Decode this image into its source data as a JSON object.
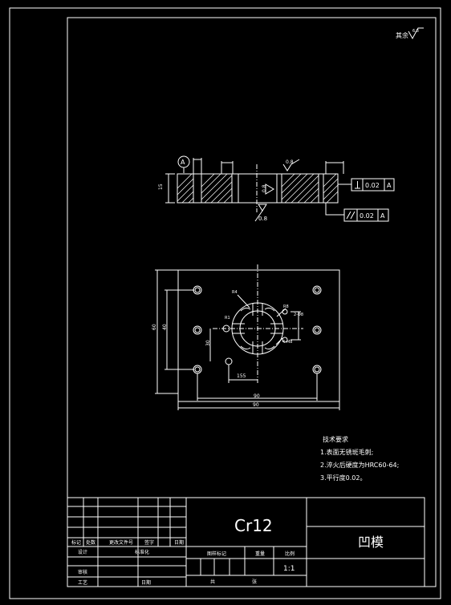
{
  "title_block": {
    "material": "Cr12",
    "part_name": "凹模",
    "scale_header": "比例",
    "scale_value": "1:1",
    "mark_header": "图样标记",
    "weight_header": "重量",
    "row_labels": [
      "标记",
      "处数",
      "更改文件号",
      "签字",
      "日期"
    ],
    "designer": "设计",
    "standardization": "标准化",
    "review": "审核",
    "process": "工艺",
    "date": "日期",
    "sheet_total": "共",
    "sheet_no": "张"
  },
  "roughness_note": {
    "label": "其余",
    "value": "6.3"
  },
  "tech_requirements": {
    "title": "技术要求",
    "items": [
      "1.表面无锈斑毛刺;",
      "2.淬火后硬度为HRC60-64;",
      "3.平行度0.02。"
    ]
  },
  "section_view": {
    "datum": "A",
    "height_dim": "15",
    "perpendicularity": {
      "tolerance": "0.02",
      "datum": "A"
    },
    "parallelism": {
      "tolerance": "0.02",
      "datum": "A"
    },
    "roughness_side": "0.8",
    "roughness_bottom": "0.8",
    "roughness_top": "0.8"
  },
  "plan_view": {
    "dims": [
      "90",
      "60",
      "40",
      "30",
      "155",
      "R4",
      "R1",
      "R8",
      "4-M8",
      "2-Φ8"
    ]
  }
}
